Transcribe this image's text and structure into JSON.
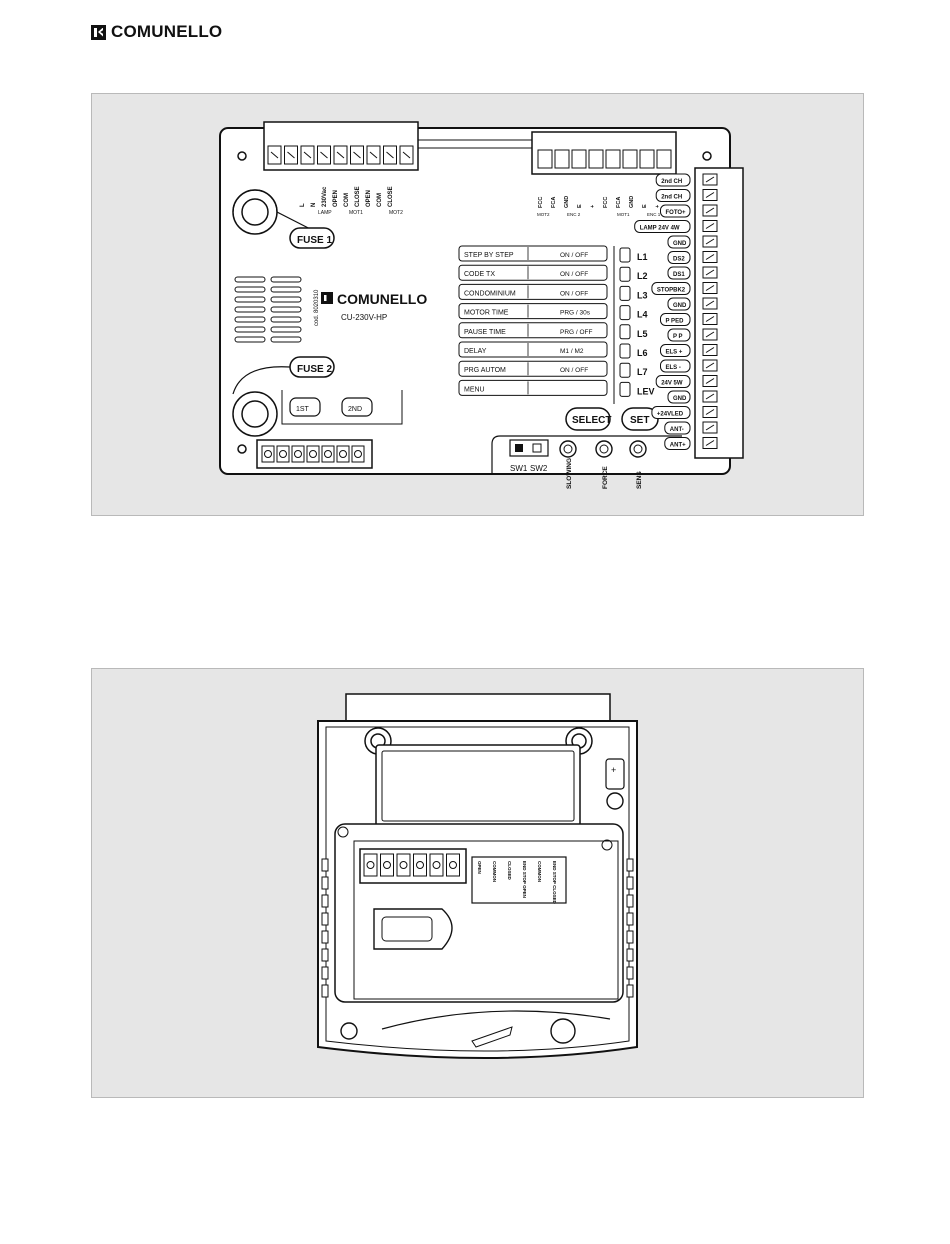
{
  "header": {
    "brand": "COMUNELLO"
  },
  "board": {
    "brand": "COMUNELLO",
    "model": "CU-230V-HP",
    "cod": "cod. 8020310",
    "fuse1": "FUSE 1",
    "fuse2": "FUSE 2",
    "radio_slots": [
      "1ST",
      "2ND"
    ],
    "top_terminals": [
      "L",
      "N",
      "230Vac",
      "OPEN",
      "COM",
      "CLOSE",
      "OPEN",
      "COM",
      "CLOSE"
    ],
    "top_groups": [
      "LAMP",
      "MOT1",
      "MOT2"
    ],
    "mid_terminals": [
      "FCC",
      "FCA",
      "GND",
      "E",
      "+",
      "FCC",
      "FCA",
      "GND",
      "E",
      "+"
    ],
    "mid_groups": [
      "MOT2",
      "ENC 2",
      "MOT1",
      "ENC 1"
    ],
    "menu": [
      {
        "label": "STEP BY STEP",
        "opt": "ON / OFF",
        "led": "L1"
      },
      {
        "label": "CODE TX",
        "opt": "ON / OFF",
        "led": "L2"
      },
      {
        "label": "CONDOMINIUM",
        "opt": "ON / OFF",
        "led": "L3"
      },
      {
        "label": "MOTOR TIME",
        "opt": "PRG / 30s",
        "led": "L4"
      },
      {
        "label": "PAUSE TIME",
        "opt": "PRG / OFF",
        "led": "L5"
      },
      {
        "label": "DELAY",
        "opt": "M1 / M2",
        "led": "L6"
      },
      {
        "label": "PRG AUTOM",
        "opt": "ON / OFF",
        "led": "L7"
      },
      {
        "label": "MENU",
        "opt": "",
        "led": "LEV"
      }
    ],
    "buttons": {
      "select": "SELECT",
      "set": "SET"
    },
    "switches": [
      "SW1",
      "SW2"
    ],
    "trimmers": [
      "SLOWING",
      "FORCE",
      "SENS"
    ],
    "right_terminals": [
      "2nd CH",
      "2nd CH",
      "FOTO+",
      "LAMP 24V 4W",
      "GND",
      "DS2",
      "DS1",
      "STOPBK2",
      "GND",
      "P PED",
      "P P",
      "ELS +",
      "ELS -",
      "24V 5W",
      "GND",
      "+24VLED",
      "ANT-",
      "ANT+"
    ]
  },
  "motor_box": {
    "labels": [
      "OPEN",
      "COMMON",
      "CLOSED",
      "END STOP OPEN",
      "COMMON",
      "END STOP CLOSED"
    ],
    "plus_label": "+"
  }
}
